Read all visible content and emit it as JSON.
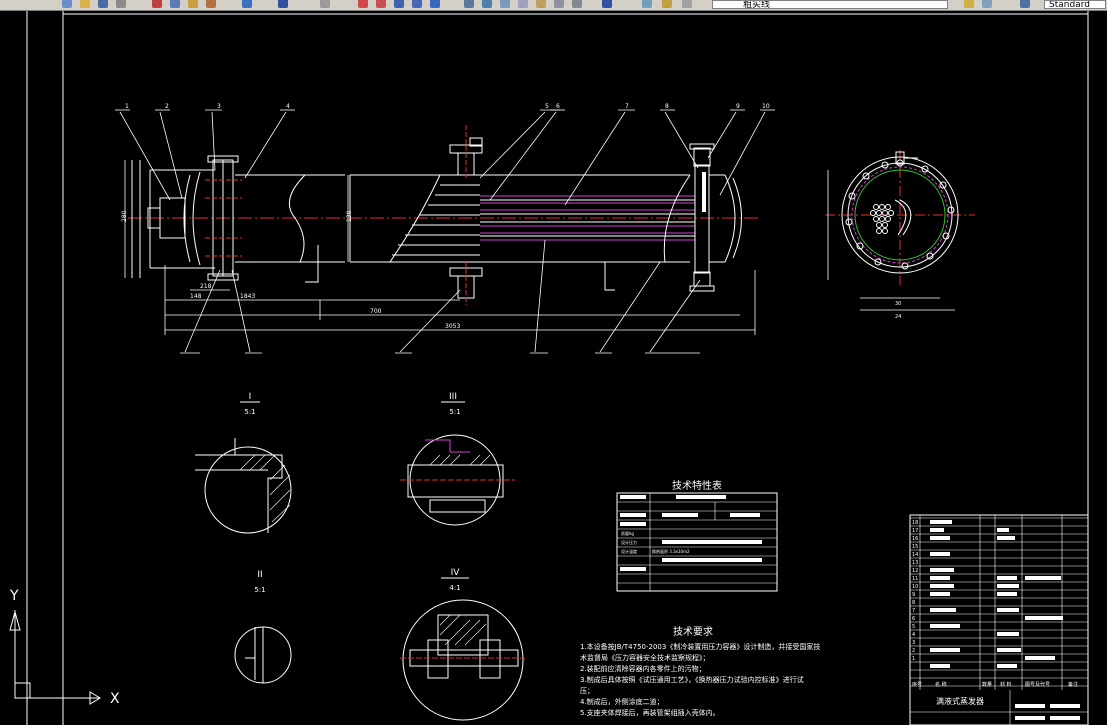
{
  "toolbar": {
    "layer_name": "粗实线",
    "text_style": "Standard"
  },
  "drawing": {
    "title": "满液式蒸发器",
    "table_title": "技术特性表",
    "tech_req_title": "技术要求",
    "tech_req_lines": [
      "1.本设备按JB/T4750-2003《制冷装置用压力容器》设计制造，并接受国家技",
      "术监督局《压力容器安全技术监察规程》；",
      "2.装配前应清除容器内各零件上的污物；",
      "3.制成后具体按照《试压通用工艺》，《换热器压力试验内控标准》进行试",
      "压；",
      "4.制成后，外侧涂底二道；",
      "5.支座夹体焊接后，再装管架组插入壳体内。"
    ],
    "section_labels": [
      {
        "roman": "I",
        "scale": "5:1"
      },
      {
        "roman": "III",
        "scale": "5:1"
      },
      {
        "roman": "II",
        "scale": "5:1"
      },
      {
        "roman": "IV",
        "scale": "4:1"
      }
    ],
    "leader_numbers": [
      "1",
      "2",
      "3",
      "4",
      "5",
      "6",
      "7",
      "8",
      "9",
      "10"
    ],
    "dimensions": {
      "overall": "3053",
      "d1": "1843",
      "d2": "700",
      "d3": "218",
      "d4": "148",
      "d5": "280",
      "d6": "130"
    },
    "table_rows": [
      "质量kg",
      "设计压力",
      "设计温度",
      "换热面积  3.3x10m2"
    ],
    "bom_numbers": [
      "18",
      "17",
      "16",
      "15",
      "14",
      "13",
      "12",
      "11",
      "10",
      "9",
      "8",
      "7",
      "6",
      "5",
      "4",
      "3",
      "2",
      "1"
    ],
    "bom_footer": [
      "序号",
      "名 称",
      "数量",
      "材 料",
      "图号及代号",
      "备注"
    ]
  },
  "ucs": {
    "x_label": "X",
    "y_label": "Y"
  }
}
